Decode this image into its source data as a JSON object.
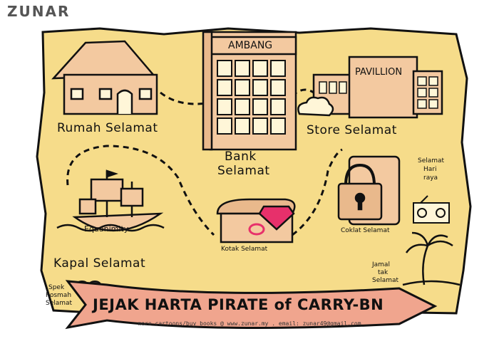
{
  "signature": "ZUNAR",
  "labels": {
    "rumah": "Rumah Selamat",
    "ambang": "AMBANG",
    "bank_line1": "Bank",
    "bank_line2": "Selamat",
    "pavillion": "PAVILLION",
    "store": "Store Selamat",
    "equanimity": "Equanimity",
    "kapal": "Kapal Selamat",
    "kotak": "Kotak Selamat",
    "coklat": "Coklat Selamat",
    "hari_raya_1": "Selamat",
    "hari_raya_2": "Hari",
    "hari_raya_3": "raya",
    "jamal_1": "Jamal",
    "jamal_2": "tak",
    "jamal_3": "Selamat",
    "spek_1": "Spek",
    "spek_2": "Rosmah",
    "spek_3": "Selamat"
  },
  "banner": {
    "title": "JEJAK HARTA PIRATE of CARRY-BN"
  },
  "footer": "more cartoons/buy books @ www.zunar.my . email: zunar49@gmail.com",
  "colors": {
    "parchment": "#f6dc8a",
    "banner": "#f0a58e",
    "building": "#f3c9a0",
    "gem": "#e7306b",
    "ink": "#111111"
  }
}
